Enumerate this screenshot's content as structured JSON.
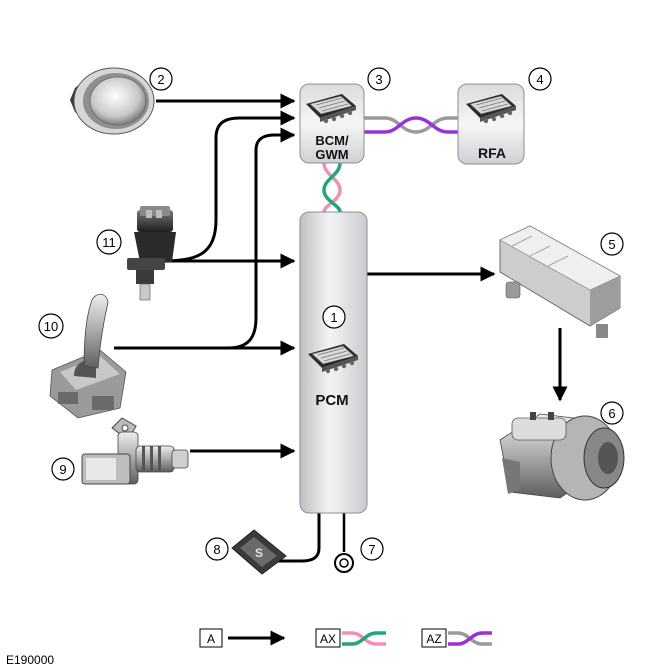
{
  "modules": {
    "pcm": "PCM",
    "bcm_line1": "BCM/",
    "bcm_line2": "GWM",
    "rfa": "RFA"
  },
  "callouts": [
    "1",
    "2",
    "3",
    "4",
    "5",
    "6",
    "7",
    "8",
    "9",
    "10",
    "11"
  ],
  "legend": {
    "a": "A",
    "ax": "AX",
    "az": "AZ"
  },
  "colors": {
    "ax_pink": "#f38fb6",
    "ax_green": "#21a67a",
    "az_purple": "#9b30d9",
    "az_grey": "#9a9a9a"
  },
  "reference": "E190000"
}
